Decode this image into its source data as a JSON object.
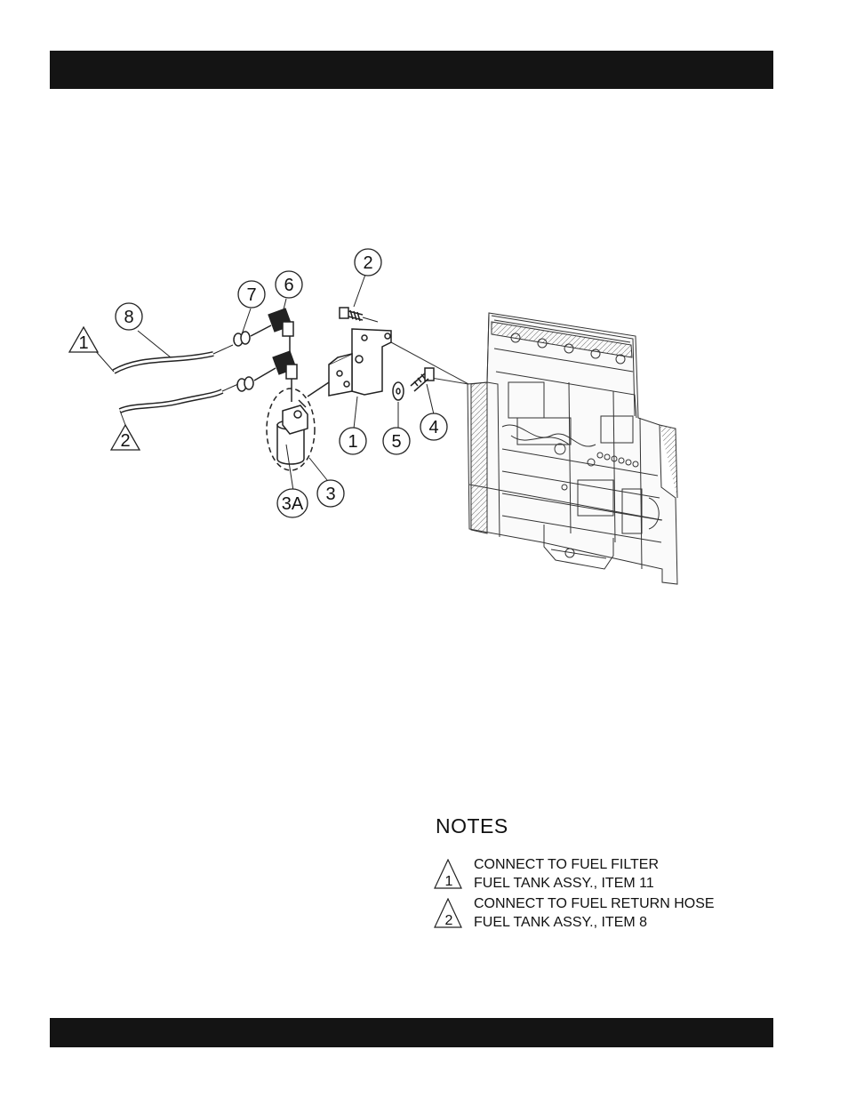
{
  "header_bar": {
    "color": "#141414"
  },
  "footer_bar": {
    "color": "#141414"
  },
  "callouts": {
    "item1": "1",
    "item2": "2",
    "item3": "3",
    "item3a": "3A",
    "item4": "4",
    "item5": "5",
    "item6": "6",
    "item7": "7",
    "item8": "8",
    "note_ref1": "1",
    "note_ref2": "2"
  },
  "notes": {
    "title": "NOTES",
    "items": [
      {
        "ref": "1",
        "line1": "CONNECT TO FUEL FILTER",
        "line2": "FUEL TANK ASSY., ITEM 11"
      },
      {
        "ref": "2",
        "line1": "CONNECT TO FUEL RETURN HOSE",
        "line2": "FUEL TANK ASSY., ITEM 8"
      }
    ]
  }
}
